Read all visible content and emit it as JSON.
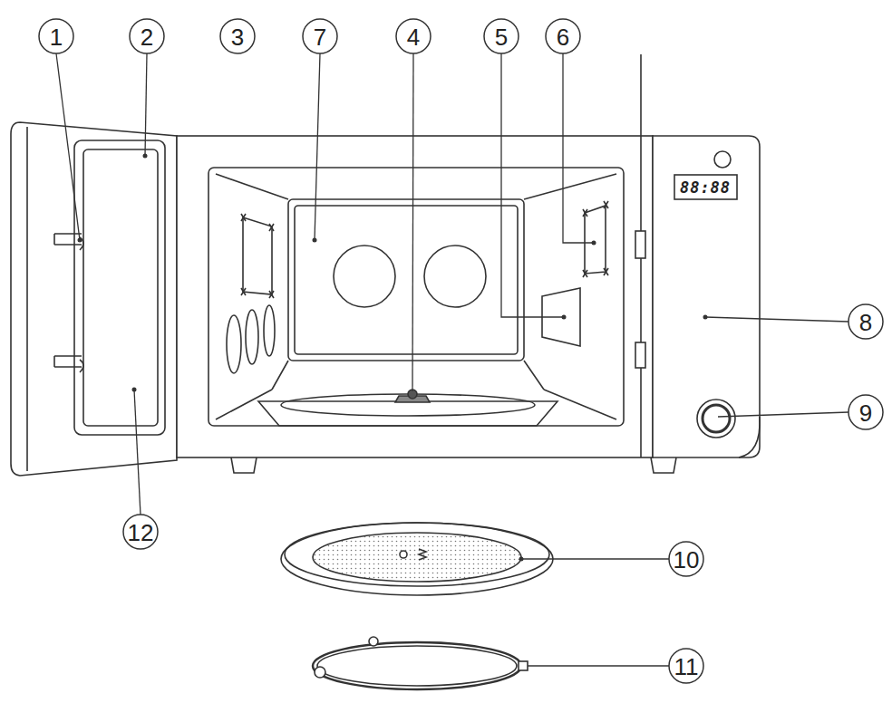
{
  "diagram": {
    "labels": [
      "1",
      "2",
      "3",
      "7",
      "4",
      "5",
      "6",
      "8",
      "9",
      "10",
      "11",
      "12",
      "88:88"
    ]
  }
}
